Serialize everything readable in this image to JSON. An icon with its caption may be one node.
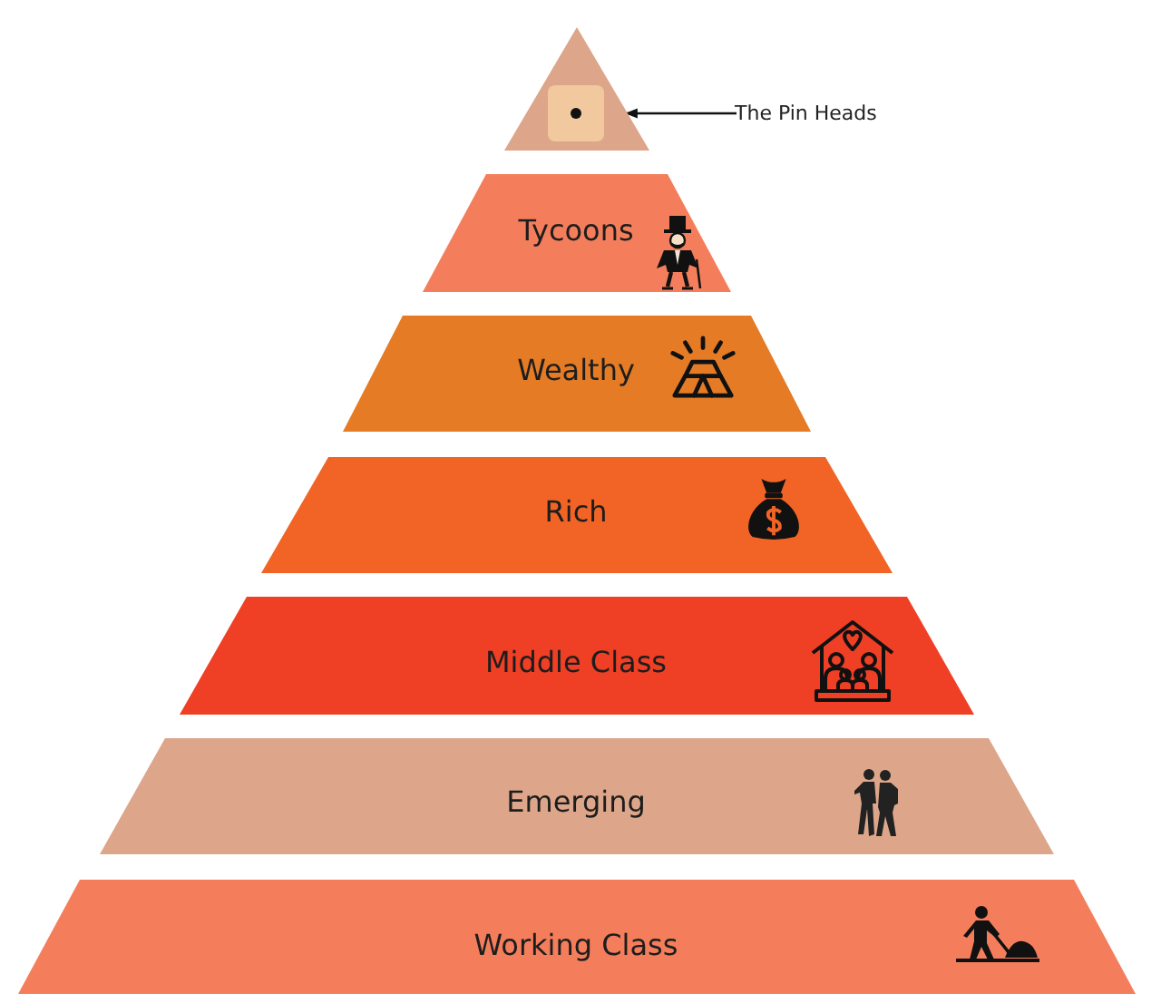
{
  "diagram": {
    "nodes": [
      {
        "text": [],
        "shape": "triangle"
      },
      {
        "text": [
          "The Pin Heads"
        ]
      },
      {
        "text": [
          "Tycoons"
        ]
      },
      {
        "text": [
          "Wealthy"
        ]
      },
      {
        "text": [
          "Rich"
        ]
      },
      {
        "text": [
          "Middle Class"
        ]
      },
      {
        "text": [
          "Emerging"
        ]
      },
      {
        "text": [
          "Working Class"
        ]
      }
    ],
    "edges": [
      {
        "from": 1,
        "to": 0,
        "arrow": "to"
      }
    ]
  }
}
